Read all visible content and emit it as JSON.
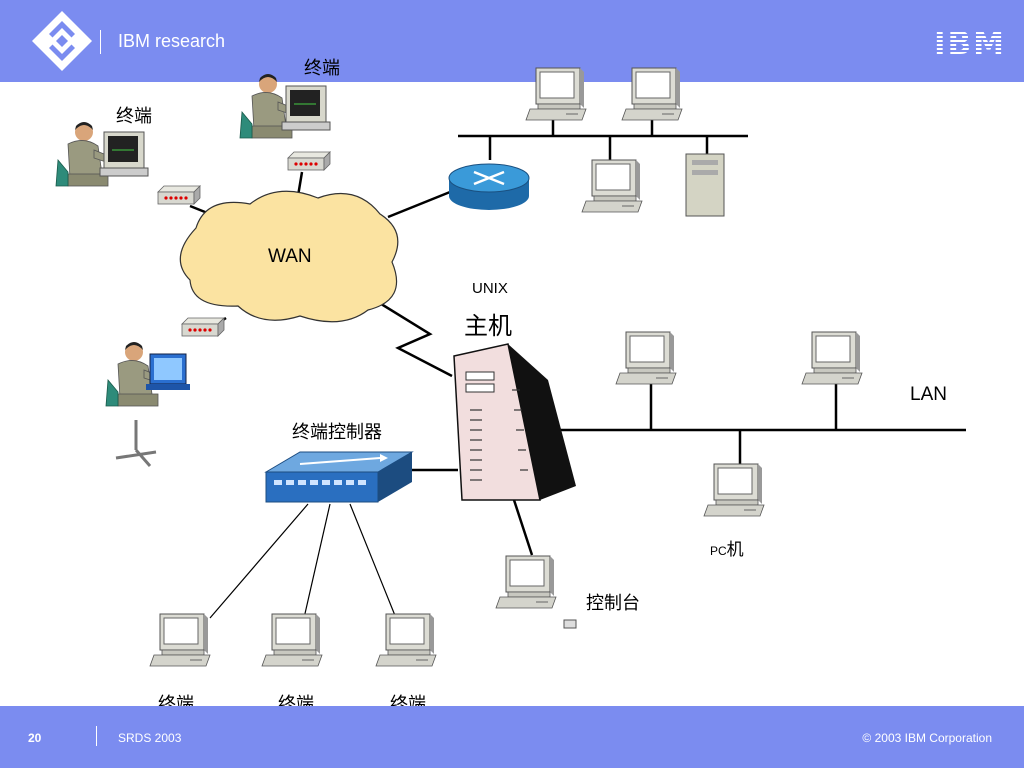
{
  "header": {
    "title": "IBM research",
    "logo_text": "IBM"
  },
  "footer": {
    "page": "20",
    "left": "SRDS 2003",
    "right": "© 2003 IBM Corporation"
  },
  "labels": {
    "terminal_top": "终端",
    "terminal_left": "终端",
    "wan": "WAN",
    "unix": "UNIX",
    "host": "主机",
    "controller": "终端控制器",
    "lan": "LAN",
    "pc_prefix": "PC",
    "pc_suffix": "机",
    "console": "控制台",
    "terminal_b1": "终端",
    "terminal_b2": "终端",
    "terminal_b3": "终端"
  }
}
